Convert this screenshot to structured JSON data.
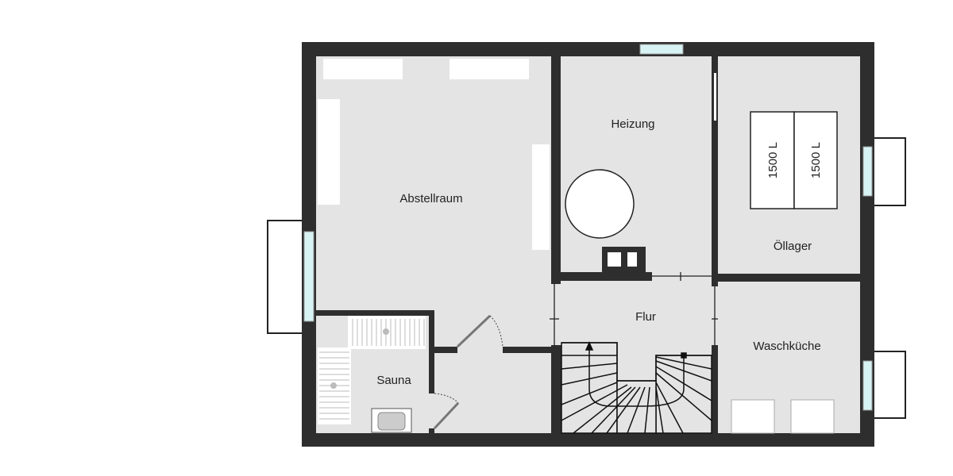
{
  "rooms": {
    "abstellraum": "Abstellraum",
    "heizung": "Heizung",
    "oellager": "Öllager",
    "flur": "Flur",
    "waschkueche": "Waschküche",
    "sauna": "Sauna"
  },
  "tanks": [
    "1500 L",
    "1500 L"
  ],
  "colors": {
    "wall": "#2e2e2e",
    "floor": "#e4e4e4",
    "window": "#d8f3f3",
    "furniture": "#ffffff"
  }
}
